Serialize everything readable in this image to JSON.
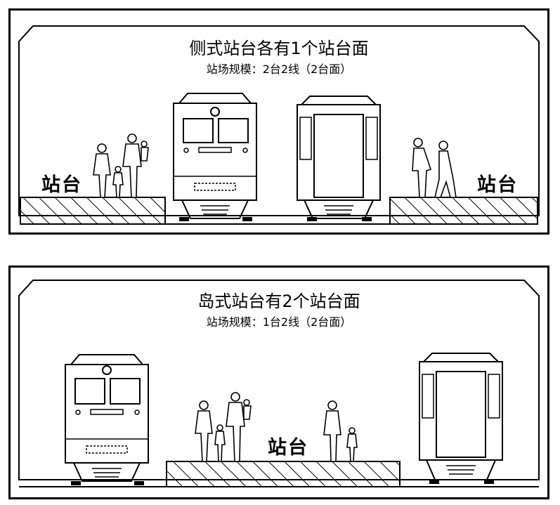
{
  "panels": [
    {
      "title": "侧式站台各有1个站台面",
      "subtitle": "站场规模：2台2线（2台面）",
      "platform_labels": [
        "站台",
        "站台"
      ]
    },
    {
      "title": "岛式站台有2个站台面",
      "subtitle": "站场规模：1台2线（2台面）",
      "platform_labels": [
        "站台"
      ]
    }
  ]
}
